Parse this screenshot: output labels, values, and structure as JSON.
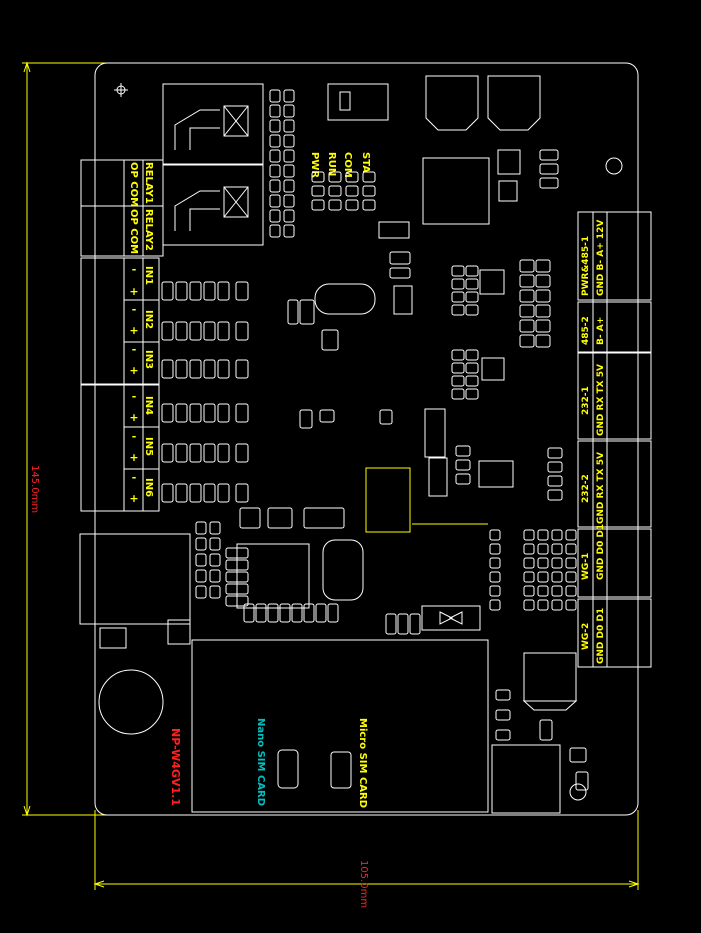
{
  "colors": {
    "outline": "#ffffff",
    "silk": "#ffff00",
    "dimension": "#ffff00",
    "dim_text": "#ff2020",
    "sim_text": "#00c0c0",
    "background": "#000000"
  },
  "dimensions": {
    "height": "145.0mm",
    "width": "105.0mm"
  },
  "board": {
    "model": "NP-W4GV1.1"
  },
  "status_leds": [
    "STA",
    "COM",
    "RUN",
    "PWR"
  ],
  "relays": [
    {
      "name": "RELAY1",
      "pins": "OP COM"
    },
    {
      "name": "RELAY2",
      "pins": "OP COM"
    }
  ],
  "inputs": [
    "IN1",
    "IN2",
    "IN3",
    "IN4",
    "IN5",
    "IN6"
  ],
  "input_polarity": [
    "-",
    "+"
  ],
  "right_connectors": [
    {
      "name": "PWR&485-1",
      "pins": "GND B- A+ 12V"
    },
    {
      "name": "485-2",
      "pins": "B- A+"
    },
    {
      "name": "232-1",
      "pins": "GND RX TX 5V"
    },
    {
      "name": "232-2",
      "pins": "GND RX TX 5V"
    },
    {
      "name": "WG-1",
      "pins": "GND D0 D1"
    },
    {
      "name": "WG-2",
      "pins": "GND D0 D1"
    }
  ],
  "sim": {
    "micro": "Micro SIM CARD",
    "nano": "Nano SIM CARD"
  }
}
